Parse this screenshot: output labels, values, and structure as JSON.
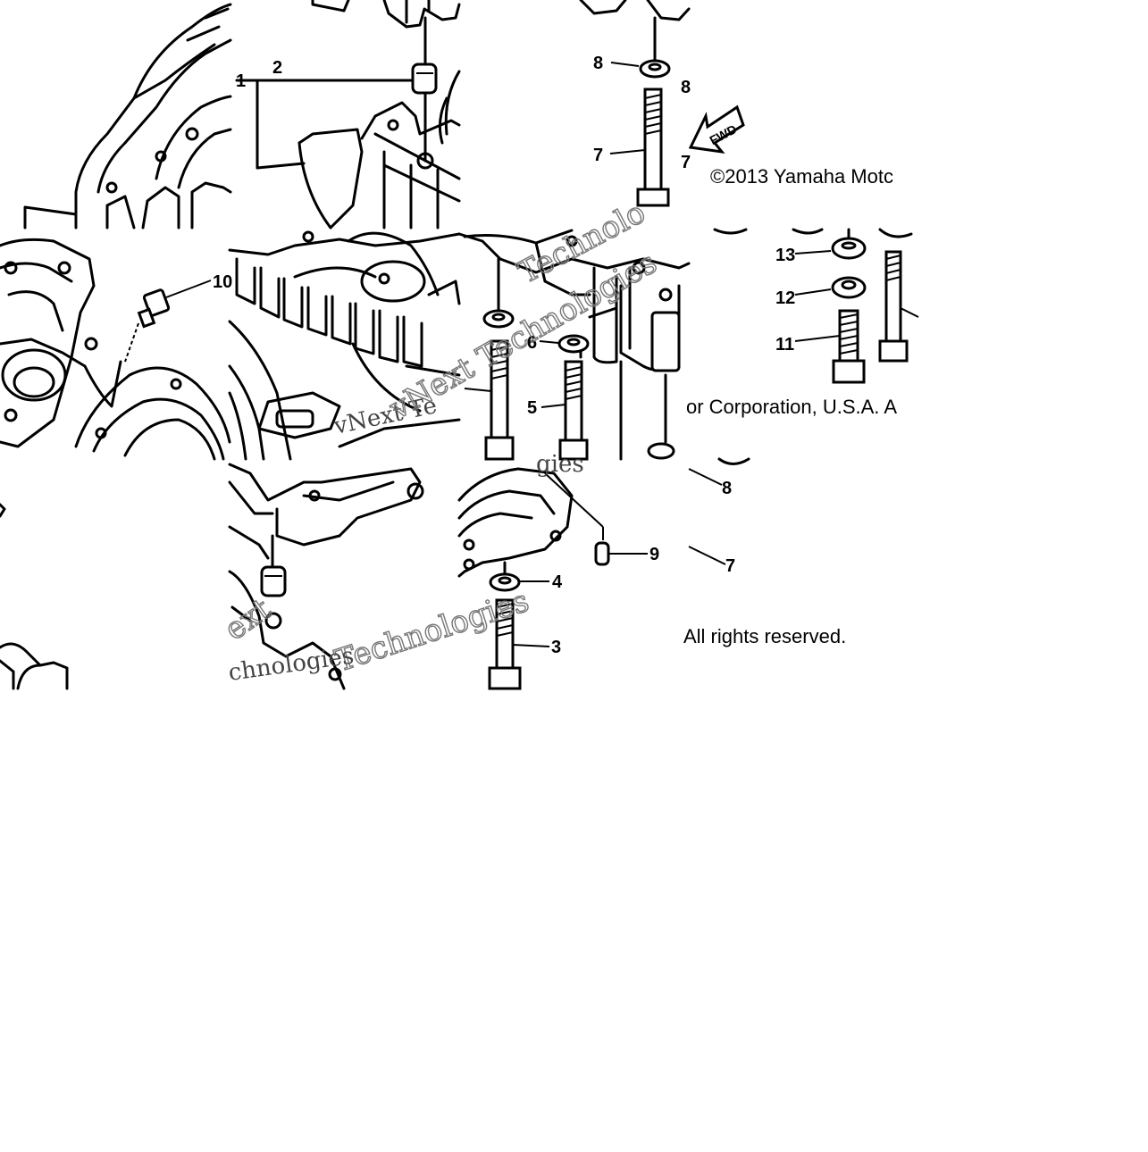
{
  "diagram": {
    "part_labels": [
      "1",
      "2",
      "3",
      "4",
      "5",
      "6",
      "7",
      "8",
      "9",
      "10",
      "11",
      "12",
      "13"
    ],
    "labels_fragment": [
      "8",
      "7"
    ],
    "fwd_arrow": "FWD",
    "copyright": {
      "line1": "©2013 Yamaha Motc",
      "line2": "or Corporation, U.S.A. A",
      "line3": "All rights reserved."
    },
    "watermarks": [
      "vNext Te",
      "Technolo",
      "vNext Technologies",
      "gies",
      "Technologies",
      "chnologies",
      "ext"
    ]
  },
  "icons": [
    "crankcase-drawing",
    "bolt-icon",
    "washer-icon",
    "sensor-icon",
    "dowel-pin-icon",
    "fwd-arrow-icon"
  ]
}
